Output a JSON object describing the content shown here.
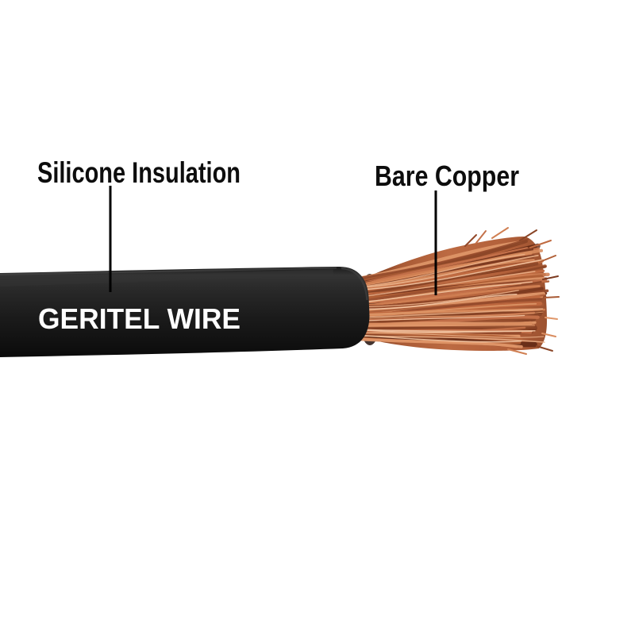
{
  "image": {
    "background_color": "#ffffff",
    "description_labels_count": 2
  },
  "callouts": [
    {
      "label": "Silicone Insulation",
      "text_color": "#0d0d0d",
      "line_color": "#000000"
    },
    {
      "label": "Bare Copper",
      "text_color": "#0d0d0d",
      "line_color": "#000000"
    }
  ],
  "cable": {
    "brand_text": "GERITEL WIRE",
    "brand_text_color": "#ffffff",
    "jacket_color": "#1b1b1b",
    "jacket_highlight_color": "#3a3a3a"
  },
  "copper_strands": {
    "base_color": "#b96a44",
    "palette": [
      "#8a4527",
      "#a85a35",
      "#c06a40",
      "#d07f52",
      "#e0976a",
      "#b05f36",
      "#93492a",
      "#d98c5e",
      "#7c3a20",
      "#c4714a"
    ],
    "highlight_colors": [
      "#eab088",
      "#f3c7a4",
      "#dd9768"
    ],
    "shadow_colors": [
      "#5a2411",
      "#6e2f18"
    ]
  }
}
